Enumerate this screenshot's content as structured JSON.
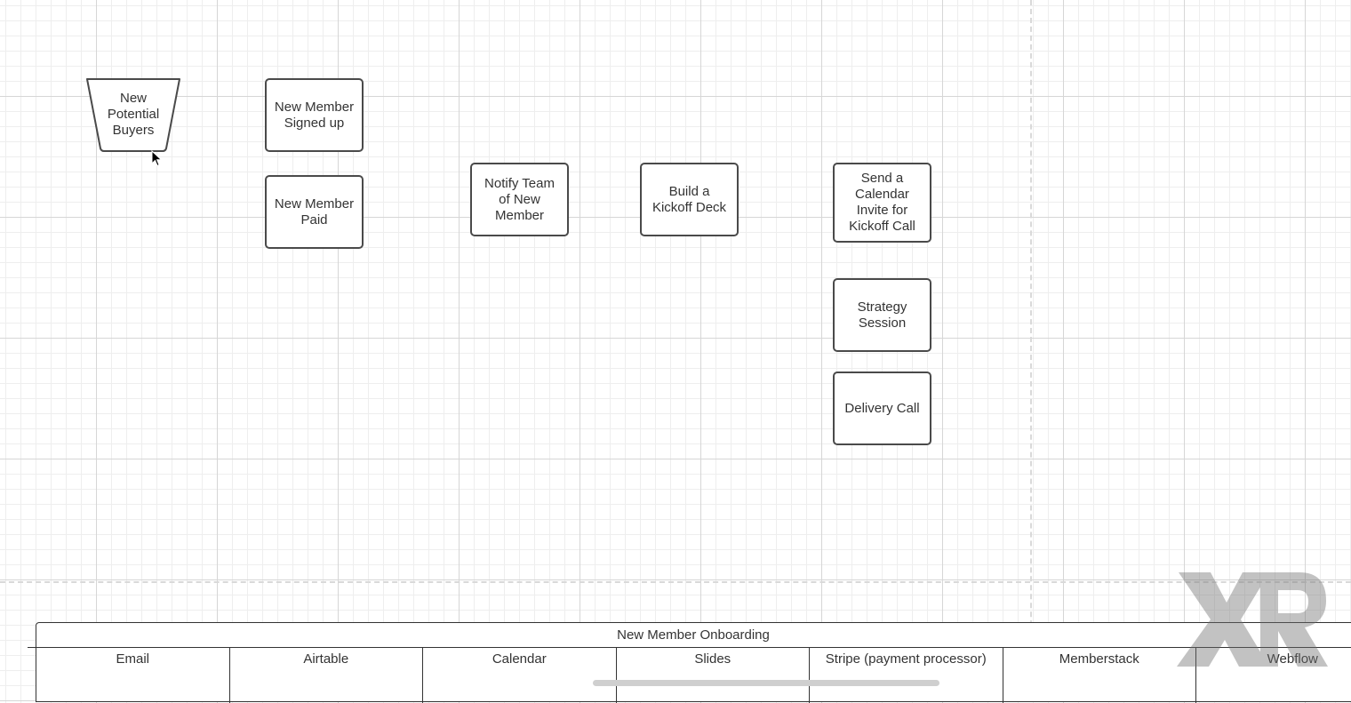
{
  "shapes": {
    "potential_buyers": "New\nPotential\nBuyers",
    "signed_up": "New Member\nSigned up",
    "paid": "New Member\nPaid",
    "notify_team": "Notify Team\nof New\nMember",
    "kickoff_deck": "Build a\nKickoff Deck",
    "calendar_invite": "Send a\nCalendar\nInvite for\nKickoff Call",
    "strategy_session": "Strategy\nSession",
    "delivery_call": "Delivery Call"
  },
  "swimlane": {
    "title": "New Member Onboarding",
    "lanes": [
      "Email",
      "Airtable",
      "Calendar",
      "Slides",
      "Stripe (payment processor)",
      "Memberstack",
      "Webflow"
    ]
  },
  "colors": {
    "shape_stroke": "#4a4a4a",
    "grid_major": "#d6d6d6",
    "grid_minor": "#eeeeee",
    "page_break": "#d9d9d9"
  },
  "icons": {
    "cursor": "mouse-pointer-icon",
    "watermark": "xr-watermark-logo"
  }
}
